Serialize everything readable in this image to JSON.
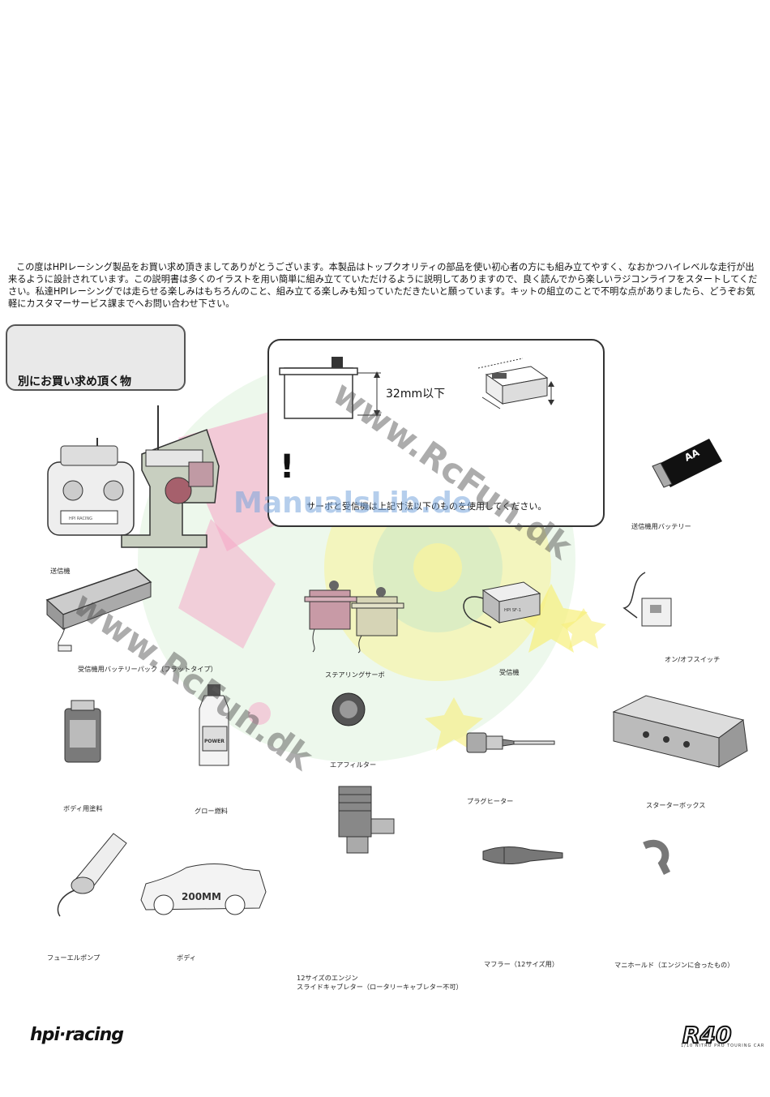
{
  "intro_text": "この度はHPIレーシング製品をお買い求め頂きましてありがとうございます。本製品はトップクオリティの部品を使い初心者の方にも組み立てやすく、なおかつハイレベルな走行が出来るように設計されています。この説明書は多くのイラストを用い簡単に組み立てていただけるように説明してありますので、良く読んでから楽しいラジコンライフをスタートしてください。私達HPIレーシングでは走らせる楽しみはもちろんのこと、組み立てる楽しみも知っていただきたいと願っています。キットの組立のことで不明な点がありましたら、どうぞお気軽にカスタマーサービス課までへお問い合わせ下さい。",
  "required_title": "別にお買い求め頂く物",
  "servo_note": {
    "dimension_label": "32mm以下",
    "warning_mark": "!",
    "warning_text": "サーボと受信機は上記寸法以下のものを使用してください。",
    "receiver_label": "HPI SF-1"
  },
  "items": {
    "transmitter": "送信機",
    "tx_battery": "送信機用バッテリー",
    "rx_battery_pack": "受信機用バッテリーパック（フラットタイプ）",
    "steering_servo": "ステアリングサーボ",
    "receiver": "受信機",
    "onoff_switch": "オン/オフスイッチ",
    "body_paint": "ボディ用塗料",
    "glow_fuel": "グロー燃料",
    "air_filter": "エアフィルター",
    "plug_heater": "プラグヒーター",
    "starter_box": "スターターボックス",
    "fuel_pump": "フューエルポンプ",
    "body": "ボディ",
    "engine_line1": "12サイズのエンジン",
    "engine_line2": "スライドキャブレター（ロータリーキャブレター不可）",
    "muffler": "マフラー（12サイズ用）",
    "manifold": "マニホールド（エンジンに合ったもの）"
  },
  "illustration_text": {
    "battery_aa": "AA",
    "body_200mm": "200MM",
    "tx_brand": "HPI RACING",
    "fuel_brand": "POWER"
  },
  "watermarks": {
    "rcfun_top": "www.RcFun.dk",
    "rcfun_bottom": "www.RcFun.dk",
    "manualslib": "ManualsLib.de"
  },
  "logos": {
    "hpi": "hpi·racing",
    "r40": "R40",
    "r40_sub": "1/10 NITRO PRO TOURING CAR"
  },
  "colors": {
    "watermark_pink": "#f06aa0",
    "watermark_yellow": "#f7ef7a",
    "watermark_green": "#a8d8a0",
    "watermark_blue": "#8ab8e0"
  }
}
